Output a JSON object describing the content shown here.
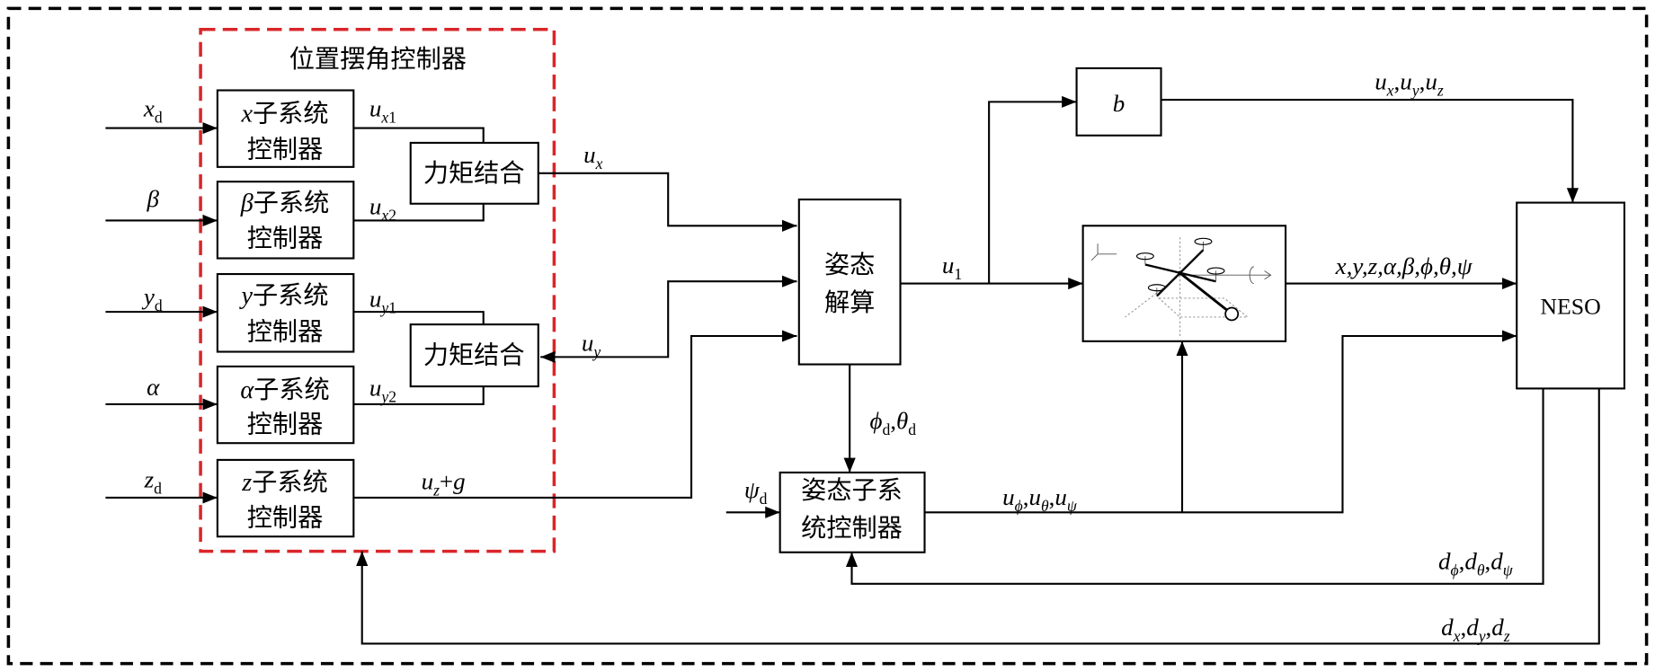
{
  "title": "位置摆角控制器",
  "inputs": {
    "x_d": {
      "var": "x",
      "sub": "d"
    },
    "beta": "β",
    "y_d": {
      "var": "y",
      "sub": "d"
    },
    "alpha": "α",
    "z_d": {
      "var": "z",
      "sub": "d"
    },
    "psi_d": {
      "var": "ψ",
      "sub": "d"
    }
  },
  "blocks": {
    "x_ctrl": {
      "var": "x",
      "line1": "子系统",
      "line2": "控制器"
    },
    "beta_ctrl": {
      "var": "β",
      "line1": "子系统",
      "line2": "控制器"
    },
    "y_ctrl": {
      "var": "y",
      "line1": "子系统",
      "line2": "控制器"
    },
    "alpha_ctrl": {
      "var": "α",
      "line1": "子系统",
      "line2": "控制器"
    },
    "z_ctrl": {
      "var": "z",
      "line1": "子系统",
      "line2": "控制器"
    },
    "torque_x": "力矩结合",
    "torque_y": "力矩结合",
    "attitude_solver": {
      "line1": "姿态",
      "line2": "解算"
    },
    "gain_b": "b",
    "neso": "NESO",
    "attitude_ctrl": {
      "line1": "姿态子系",
      "line2": "统控制器"
    }
  },
  "signals": {
    "u_x1": {
      "var": "u",
      "sub": "x",
      "idx": "1"
    },
    "u_x2": {
      "var": "u",
      "sub": "x",
      "idx": "2"
    },
    "u_y1": {
      "var": "u",
      "sub": "y",
      "idx": "1"
    },
    "u_y2": {
      "var": "u",
      "sub": "y",
      "idx": "2"
    },
    "u_x": {
      "var": "u",
      "sub": "x"
    },
    "u_y": {
      "var": "u",
      "sub": "y"
    },
    "u_z_g": {
      "var": "u",
      "sub": "z",
      "op": "+",
      "term": "g"
    },
    "u_1": {
      "var": "u",
      "sub": "1"
    },
    "u_xyz": {
      "sep": ",",
      "items": [
        {
          "var": "u",
          "sub": "x"
        },
        {
          "var": "u",
          "sub": "y"
        },
        {
          "var": "u",
          "sub": "z"
        }
      ]
    },
    "states": "x,y,z,α,β,ϕ,θ,ψ",
    "phi_theta_d": {
      "sep": ",",
      "items": [
        {
          "var": "ϕ",
          "sub": "d"
        },
        {
          "var": "θ",
          "sub": "d"
        }
      ]
    },
    "u_att": {
      "sep": ",",
      "items": [
        {
          "var": "u",
          "sub": "ϕ"
        },
        {
          "var": "u",
          "sub": "θ"
        },
        {
          "var": "u",
          "sub": "ψ"
        }
      ]
    },
    "d_att": {
      "sep": ",",
      "items": [
        {
          "var": "d",
          "sub": "ϕ"
        },
        {
          "var": "d",
          "sub": "θ"
        },
        {
          "var": "d",
          "sub": "ψ"
        }
      ]
    },
    "d_pos": {
      "sep": ",",
      "items": [
        {
          "var": "d",
          "sub": "x"
        },
        {
          "var": "d",
          "sub": "y"
        },
        {
          "var": "d",
          "sub": "z"
        }
      ]
    }
  },
  "colors": {
    "controller_border": "#d9262a",
    "line": "#000000"
  }
}
